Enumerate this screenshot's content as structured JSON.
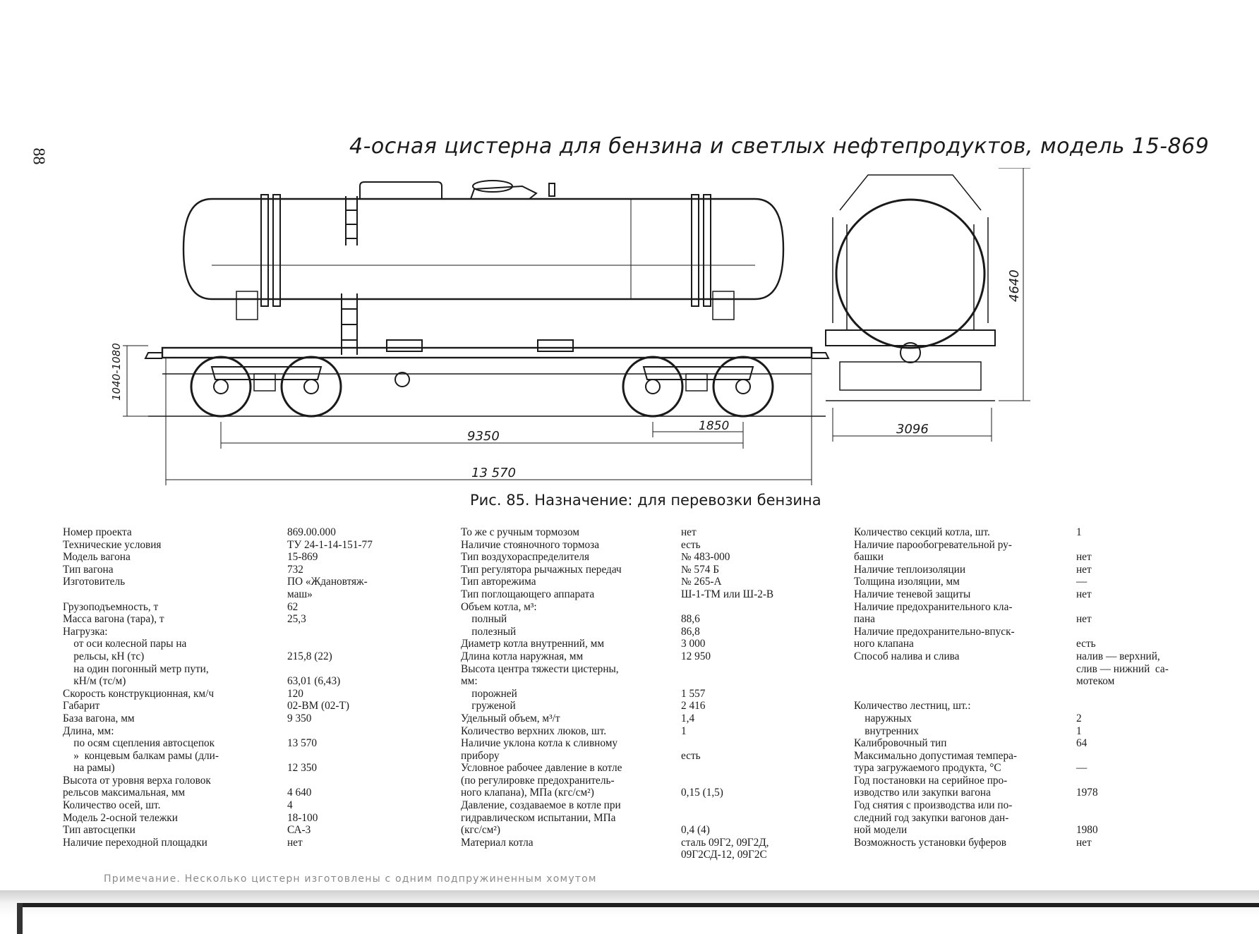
{
  "page_number": "88",
  "heading": "4-осная цистерна для бензина и светлых нефтепродуктов, модель 15-869",
  "caption": "Рис. 85. Назначение: для перевозки бензина",
  "dimensions": {
    "height_rail": "1040-1080",
    "base": "9350",
    "bogie_base": "1850",
    "length": "13 570",
    "width": "3096",
    "height": "4640"
  },
  "specs": {
    "col1": [
      {
        "label": "Номер проекта",
        "value": "869.00.000"
      },
      {
        "label": "Технические условия",
        "value": "ТУ 24-1-14-151-77"
      },
      {
        "label": "Модель вагона",
        "value": "15-869"
      },
      {
        "label": "Тип вагона",
        "value": "732"
      },
      {
        "label": "Изготовитель",
        "value": "ПО «Ждановтяж-"
      },
      {
        "label": "",
        "value": "маш»"
      },
      {
        "label": "Грузоподъемность, т",
        "value": "62"
      },
      {
        "label": "Масса вагона (тара), т",
        "value": "25,3"
      },
      {
        "label": "Нагрузка:",
        "value": ""
      },
      {
        "label": "    от оси колесной пары на",
        "value": ""
      },
      {
        "label": "    рельсы, кН (тс)",
        "value": "215,8 (22)"
      },
      {
        "label": "    на один погонный метр пути,",
        "value": ""
      },
      {
        "label": "    кН/м (тс/м)",
        "value": "63,01 (6,43)"
      },
      {
        "label": "Скорость конструкционная, км/ч",
        "value": "120"
      },
      {
        "label": "Габарит",
        "value": "02-ВМ (02-Т)"
      },
      {
        "label": "База вагона, мм",
        "value": "9 350"
      },
      {
        "label": "Длина, мм:",
        "value": ""
      },
      {
        "label": "    по осям сцепления автосцепок",
        "value": "13 570"
      },
      {
        "label": "    »  концевым балкам рамы (дли-",
        "value": ""
      },
      {
        "label": "    на рамы)",
        "value": "12 350"
      },
      {
        "label": "Высота от уровня верха головок",
        "value": ""
      },
      {
        "label": "рельсов максимальная, мм",
        "value": "4 640"
      },
      {
        "label": "Количество осей, шт.",
        "value": "4"
      },
      {
        "label": "Модель 2-осной тележки",
        "value": "18-100"
      },
      {
        "label": "Тип автосцепки",
        "value": "СА-3"
      },
      {
        "label": "Наличие переходной площадки",
        "value": "нет"
      }
    ],
    "col2": [
      {
        "label": "То же с ручным тормозом",
        "value": "нет"
      },
      {
        "label": "Наличие стояночного тормоза",
        "value": "есть"
      },
      {
        "label": "Тип воздухораспределителя",
        "value": "№ 483-000"
      },
      {
        "label": "Тип регулятора рычажных передач",
        "value": "№ 574 Б"
      },
      {
        "label": "Тип авторежима",
        "value": "№ 265-А"
      },
      {
        "label": "Тип поглощающего аппарата",
        "value": "Ш-1-ТМ или Ш-2-В"
      },
      {
        "label": "Объем котла, м³:",
        "value": ""
      },
      {
        "label": "    полный",
        "value": "88,6"
      },
      {
        "label": "    полезный",
        "value": "86,8"
      },
      {
        "label": "Диаметр котла внутренний, мм",
        "value": "3 000"
      },
      {
        "label": "Длина котла наружная, мм",
        "value": "12 950"
      },
      {
        "label": "Высота центра тяжести цистерны,",
        "value": ""
      },
      {
        "label": "мм:",
        "value": ""
      },
      {
        "label": "    порожней",
        "value": "1 557"
      },
      {
        "label": "    груженой",
        "value": "2 416"
      },
      {
        "label": "Удельный объем, м³/т",
        "value": "1,4"
      },
      {
        "label": "Количество верхних люков, шт.",
        "value": "1"
      },
      {
        "label": "Наличие уклона котла к сливному",
        "value": ""
      },
      {
        "label": "прибору",
        "value": "есть"
      },
      {
        "label": "Условное рабочее давление в котле",
        "value": ""
      },
      {
        "label": "(по регулировке предохранитель-",
        "value": ""
      },
      {
        "label": "ного клапана), МПа (кгс/см²)",
        "value": "0,15 (1,5)"
      },
      {
        "label": "Давление, создаваемое в котле при",
        "value": ""
      },
      {
        "label": "гидравлическом испытании, МПа",
        "value": ""
      },
      {
        "label": "(кгс/см²)",
        "value": "0,4 (4)"
      },
      {
        "label": "Материал котла",
        "value": "сталь 09Г2, 09Г2Д,"
      },
      {
        "label": "",
        "value": "09Г2СД-12, 09Г2С"
      }
    ],
    "col3": [
      {
        "label": "Количество секций котла, шт.",
        "value": "1"
      },
      {
        "label": "Наличие парообогревательной ру-",
        "value": ""
      },
      {
        "label": "башки",
        "value": "нет"
      },
      {
        "label": "Наличие теплоизоляции",
        "value": "нет"
      },
      {
        "label": "Толщина изоляции, мм",
        "value": "—"
      },
      {
        "label": "Наличие теневой защиты",
        "value": "нет"
      },
      {
        "label": "Наличие предохранительного кла-",
        "value": ""
      },
      {
        "label": "пана",
        "value": "нет"
      },
      {
        "label": "Наличие предохранительно-впуск-",
        "value": ""
      },
      {
        "label": "ного клапана",
        "value": "есть"
      },
      {
        "label": "Способ налива и слива",
        "value": "налив — верхний,"
      },
      {
        "label": "",
        "value": "слив — нижний  са-"
      },
      {
        "label": "",
        "value": "мотеком"
      },
      {
        "label": "",
        "value": ""
      },
      {
        "label": "Количество лестниц, шт.:",
        "value": ""
      },
      {
        "label": "    наружных",
        "value": "2"
      },
      {
        "label": "    внутренних",
        "value": "1"
      },
      {
        "label": "Калибровочный тип",
        "value": "64"
      },
      {
        "label": "Максимально допустимая темпера-",
        "value": ""
      },
      {
        "label": "тура загружаемого продукта, °С",
        "value": "—"
      },
      {
        "label": "Год постановки на серийное про-",
        "value": ""
      },
      {
        "label": "изводство или закупки вагона",
        "value": "1978"
      },
      {
        "label": "Год снятия с производства или по-",
        "value": ""
      },
      {
        "label": "следний год закупки вагонов дан-",
        "value": ""
      },
      {
        "label": "ной модели",
        "value": "1980"
      },
      {
        "label": "Возможность установки буферов",
        "value": "нет"
      }
    ]
  },
  "note": "Примечание. Несколько цистерн изготовлены с одним подпружиненным хомутом"
}
